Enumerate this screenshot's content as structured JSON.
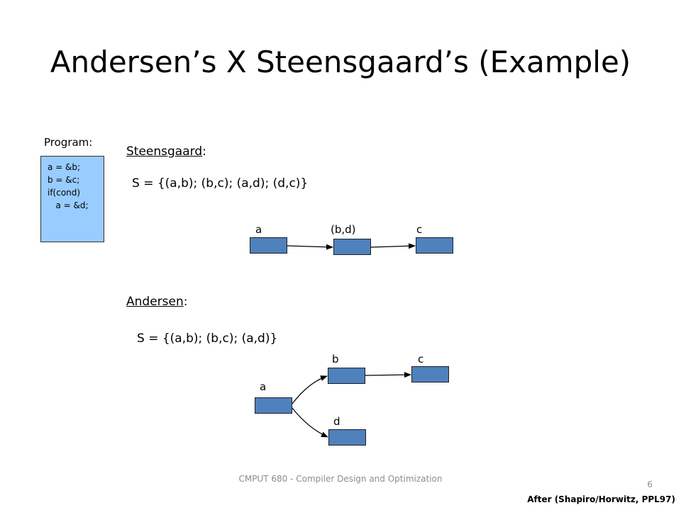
{
  "title": "Andersen’s X Steensgaard’s (Example)",
  "program": {
    "label": "Program:",
    "lines": [
      "a = &b;",
      "b = &c;",
      "if(cond)",
      "   a = &d;"
    ]
  },
  "steensgaard": {
    "label": "Steensgaard",
    "set": "S = {(a,b); (b,c); (a,d); (d,c)}",
    "nodes": [
      "a",
      "(b,d)",
      "c"
    ]
  },
  "andersen": {
    "label": "Andersen",
    "set": "S = {(a,b); (b,c); (a,d)}",
    "nodes": [
      "b",
      "c",
      "a",
      "d"
    ]
  },
  "footer": {
    "course": "CMPUT 680 - Compiler Design and Optimization",
    "page": "6",
    "credit": "After (Shapiro/Horwitz, PPL97)"
  },
  "colors": {
    "node_fill": "#4f81bd",
    "program_box_fill": "#99ccff"
  }
}
